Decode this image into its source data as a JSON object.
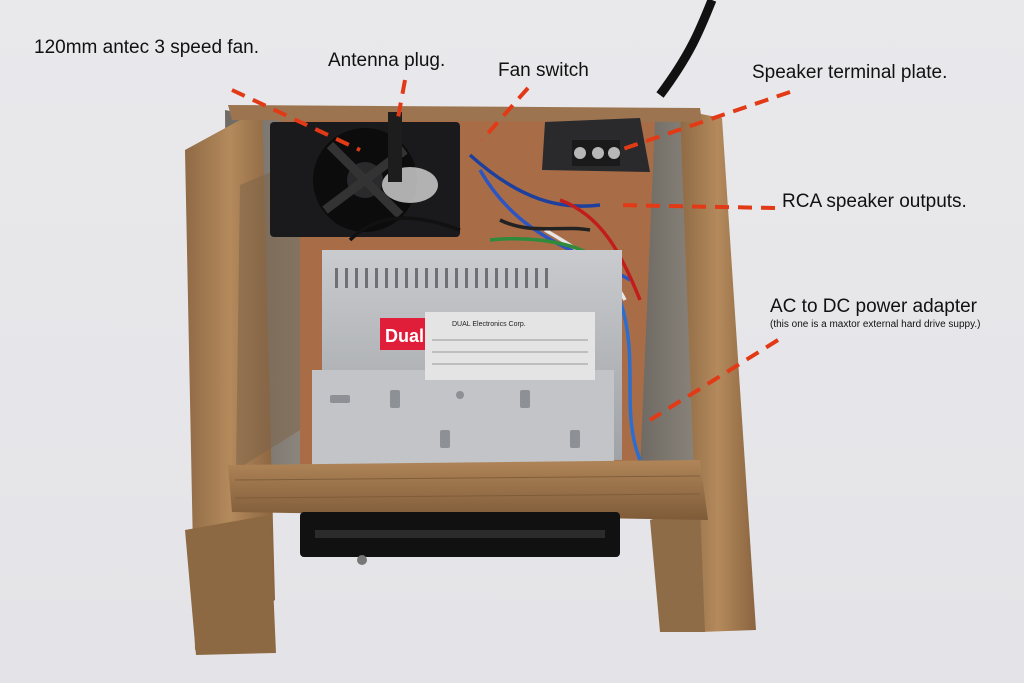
{
  "annotations": {
    "fan": "120mm antec 3 speed fan.",
    "antenna": "Antenna plug.",
    "fan_switch": "Fan switch",
    "speaker_plate": "Speaker terminal plate.",
    "rca": "RCA speaker outputs.",
    "adapter": "AC to DC power adapter",
    "adapter_note": "(this one is a maxtor external hard drive suppy.)"
  },
  "stereo": {
    "brand": "Dual",
    "maker": "DUAL Electronics Corp."
  },
  "colors": {
    "background": "#e7e7ea",
    "wood": "#a57a4d",
    "dash_line": "#e23a17",
    "chassis": "#b7b9bc"
  }
}
